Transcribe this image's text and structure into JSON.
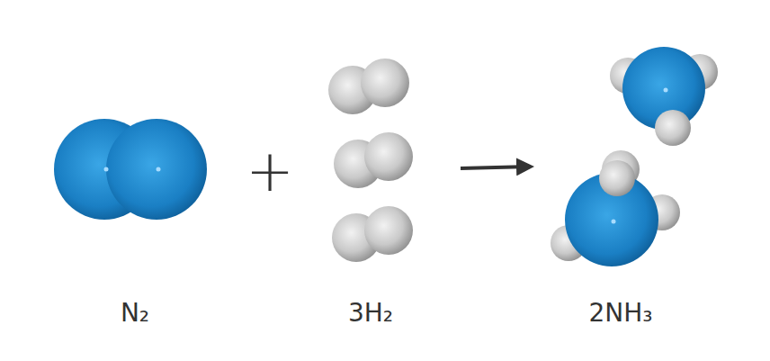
{
  "diagram": {
    "labels": [
      "N₂",
      "+",
      "3H₂",
      "2NH₃"
    ]
  }
}
